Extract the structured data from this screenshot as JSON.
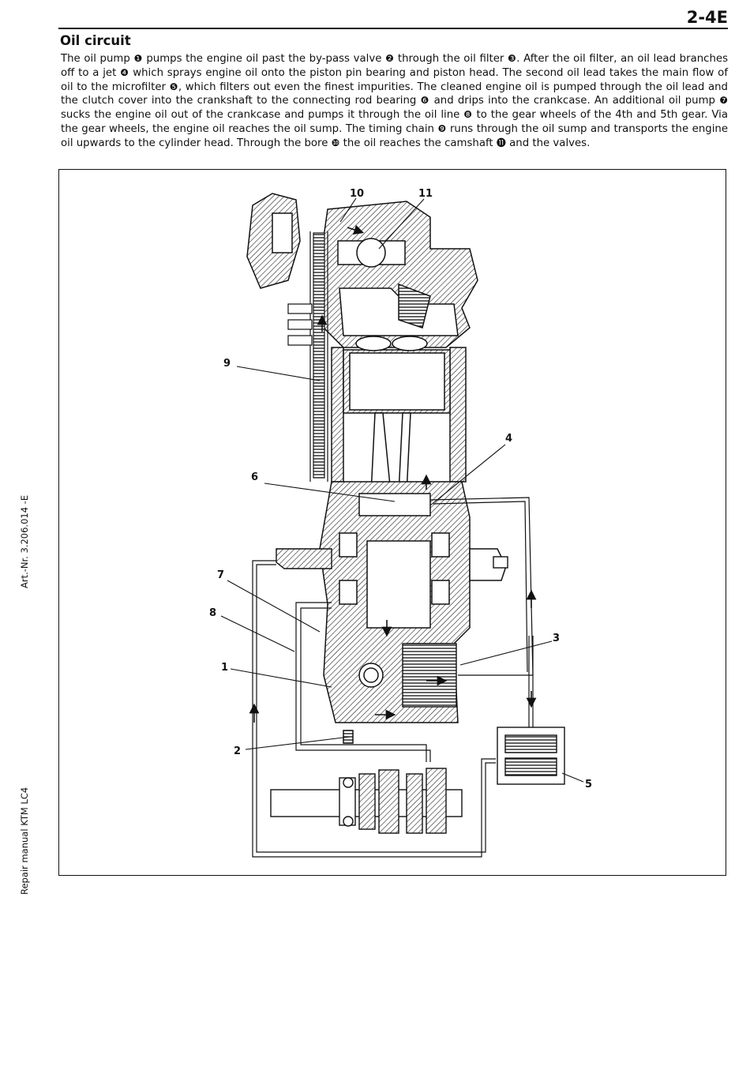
{
  "header": {
    "page_number": "2-4E"
  },
  "section": {
    "title": "Oil circuit",
    "body": [
      {
        "t": "The oil pump "
      },
      {
        "m": "❶"
      },
      {
        "t": " pumps the engine oil past the by-pass valve "
      },
      {
        "m": "❷"
      },
      {
        "t": " through the oil filter "
      },
      {
        "m": "❸"
      },
      {
        "t": ". After the oil filter, an oil lead branches off to a jet "
      },
      {
        "m": "❹"
      },
      {
        "t": " which sprays engine oil onto the piston pin bearing and piston head. The second oil lead takes the main flow of oil to the microfilter "
      },
      {
        "m": "❺"
      },
      {
        "t": ", which filters out even the finest impurities. The cleaned engine oil is pumped through the oil lead and the clutch cover into the crankshaft to the connecting rod bearing "
      },
      {
        "m": "❻"
      },
      {
        "t": " and drips into the crankcase. An additional oil pump "
      },
      {
        "m": "❼"
      },
      {
        "t": " sucks the engine oil out of the crankcase and pumps it through the oil line "
      },
      {
        "m": "❽"
      },
      {
        "t": " to the gear wheels of the 4th and 5th gear. Via the gear wheels, the engine oil reaches the oil sump. The timing chain "
      },
      {
        "m": "❾"
      },
      {
        "t": " runs through the oil sump and transports the engine oil upwards to the cylinder head. Through the bore "
      },
      {
        "m": "❿"
      },
      {
        "t": " the oil reaches the camshaft "
      },
      {
        "m": "⓫"
      },
      {
        "t": " and the valves."
      }
    ]
  },
  "figure": {
    "callouts": [
      "1",
      "2",
      "3",
      "4",
      "5",
      "6",
      "7",
      "8",
      "9",
      "10",
      "11"
    ]
  },
  "sidebar": {
    "art_nr": "Art.-Nr. 3.206.014 -E",
    "manual": "Repair manual  KTM LC4"
  }
}
